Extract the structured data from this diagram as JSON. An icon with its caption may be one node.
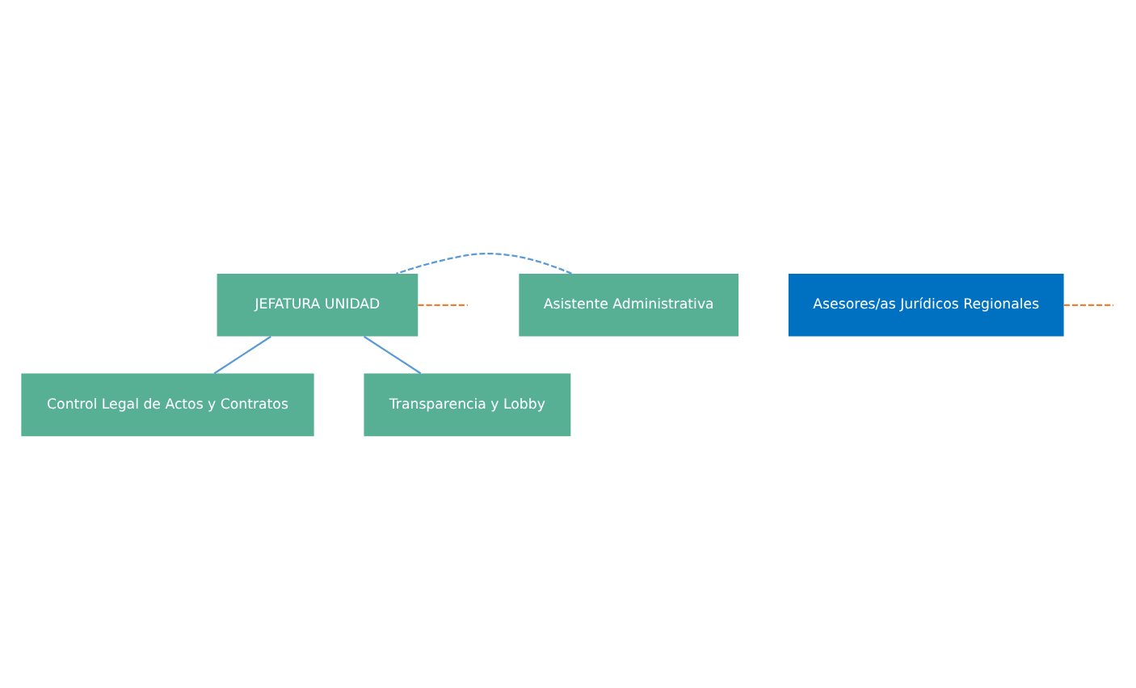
{
  "diagram": {
    "nodes": [
      {
        "text": [
          "JEFATURA UNIDAD"
        ]
      },
      {
        "text": [
          "Asistente Administrativa"
        ]
      },
      {
        "text": [
          "Control Legal de Actos y Contratos"
        ]
      },
      {
        "text": [
          "Transparencia y Lobby"
        ]
      },
      {
        "text": [
          "Asesores/as Jurídicos Regionales"
        ]
      }
    ],
    "edges": [
      {
        "from": 0,
        "to": 2,
        "arrow": "none"
      },
      {
        "from": 0,
        "to": 3,
        "arrow": "none"
      },
      {
        "from": 1,
        "to": 0,
        "arrow": "none",
        "style": "dashed"
      },
      {
        "from": 0,
        "to": null,
        "arrow": "none",
        "style": "dashed",
        "color": "#ed7d31"
      },
      {
        "from": 4,
        "to": null,
        "arrow": "none",
        "style": "dashed",
        "color": "#ed7d31"
      }
    ]
  }
}
